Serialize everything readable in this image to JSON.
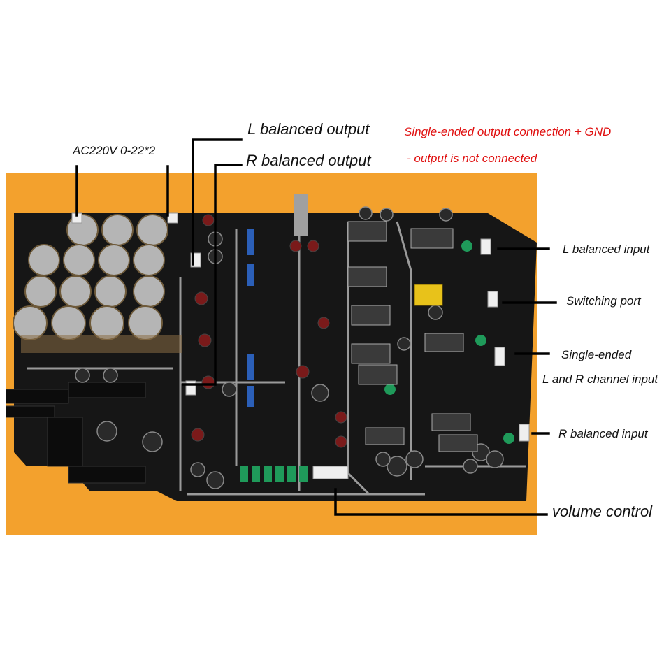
{
  "annotations": {
    "ac_power": "AC220V 0-22*2",
    "l_balanced_output": "L balanced output",
    "r_balanced_output": "R balanced output",
    "single_ended_note_1": "Single-ended output connection + GND",
    "single_ended_note_2": "- output is not connected",
    "l_balanced_input": "L balanced input",
    "switching_port": "Switching port",
    "single_ended_1": "Single-ended",
    "single_ended_2": "L and R channel input",
    "r_balanced_input": "R balanced input",
    "volume_control": "volume control"
  },
  "colors": {
    "background_surface": "#f3a12d",
    "pcb": "#161616",
    "trace": "#9a9a9a",
    "note_text": "#e01010",
    "label_text": "#111111",
    "leader_line": "#000000"
  }
}
